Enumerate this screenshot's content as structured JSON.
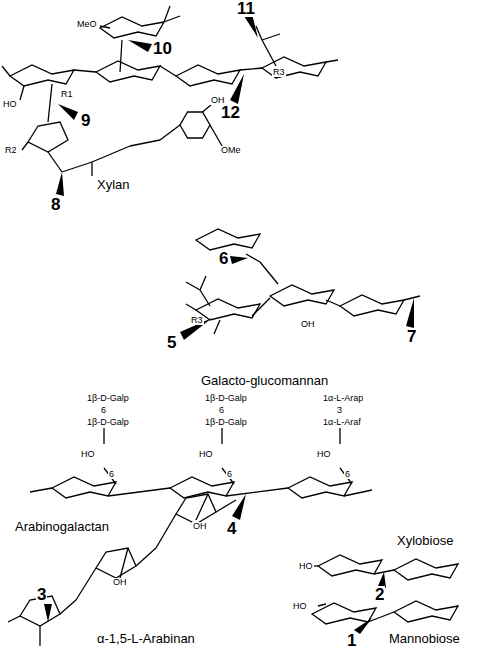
{
  "diagram": {
    "labels": [
      "10",
      "11",
      "9",
      "12",
      "8",
      "Xylan",
      "R1",
      "R2",
      "R3",
      "MeO",
      "OH",
      "OMe",
      "6",
      "5",
      "7",
      "R3",
      "Galacto-glucomannan",
      "1β-D-Galp",
      "6",
      "1β-D-Galp",
      "1β-D-Galp",
      "6",
      "1β-D-Galp",
      "1α-L-Arap",
      "3",
      "1α-L-Araf",
      "HO",
      "6",
      "HO",
      "6",
      "HO",
      "6",
      "4",
      "Arabinogalactan",
      "3",
      "α-1,5-L-Arabinan",
      "Xylobiose",
      "2",
      "Mannobiose",
      "1",
      "OH",
      "OH",
      "HO",
      "HO",
      "OH",
      "HO"
    ]
  }
}
